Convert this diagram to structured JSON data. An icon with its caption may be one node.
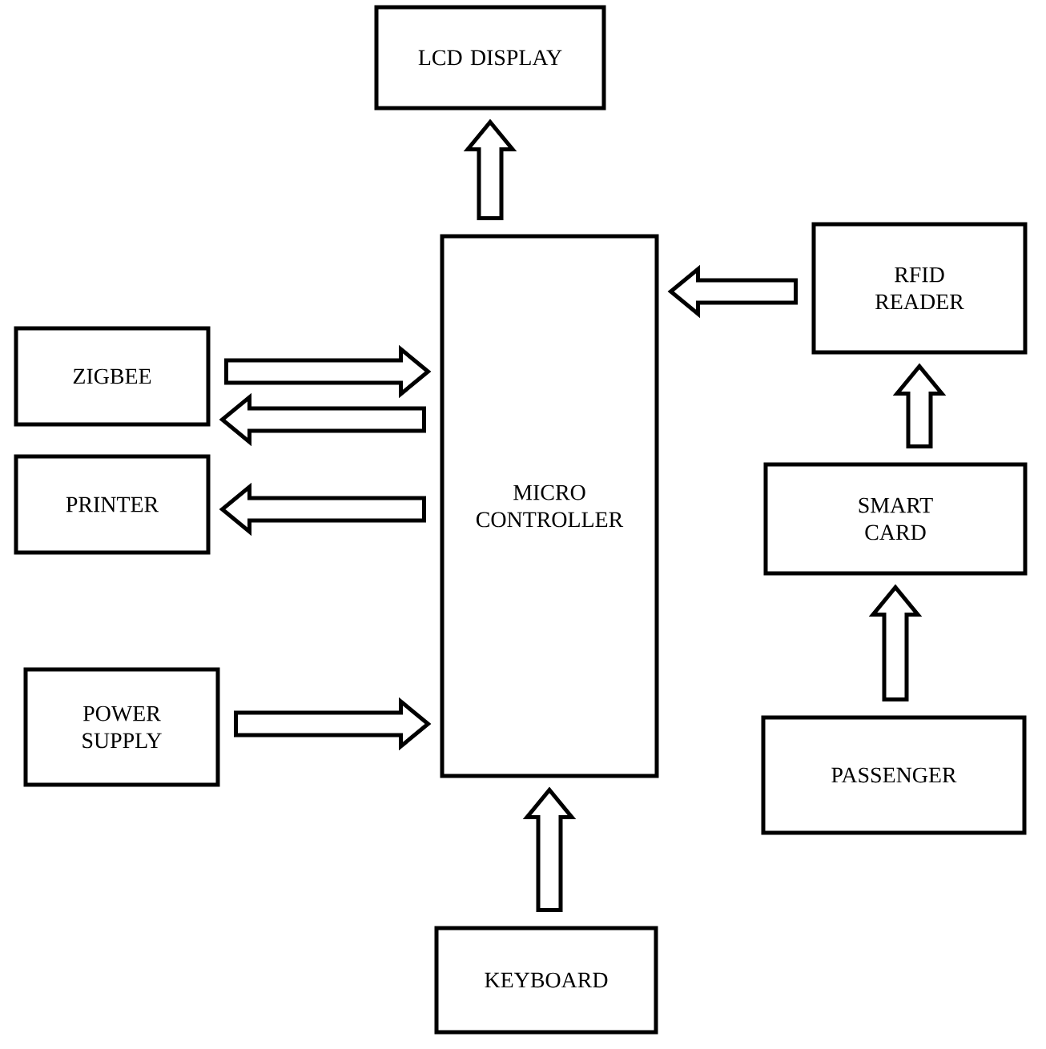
{
  "diagram": {
    "nodes": [
      {
        "text": [
          "LCD DISPLAY"
        ]
      },
      {
        "text": [
          "ZIGBEE"
        ]
      },
      {
        "text": [
          "RFID READER"
        ]
      },
      {
        "text": [
          "PRINTER"
        ]
      },
      {
        "text": [
          "MICRO CONTROLLER"
        ]
      },
      {
        "text": [
          "SMART CARD"
        ]
      },
      {
        "text": [
          "POWER SUPPLY"
        ]
      },
      {
        "text": [
          "PASSENGER"
        ]
      },
      {
        "text": [
          "KEYBOARD"
        ]
      }
    ],
    "edges": [
      {
        "from": 4,
        "to": 0,
        "arrow": "to"
      },
      {
        "from": 1,
        "to": 4,
        "arrow": "to"
      },
      {
        "from": 4,
        "to": 1,
        "arrow": "to"
      },
      {
        "from": 2,
        "to": 4,
        "arrow": "to"
      },
      {
        "from": 4,
        "to": 3,
        "arrow": "to"
      },
      {
        "from": 6,
        "to": 4,
        "arrow": "to"
      },
      {
        "from": 5,
        "to": 2,
        "arrow": "to"
      },
      {
        "from": 7,
        "to": 5,
        "arrow": "to"
      },
      {
        "from": 8,
        "to": 4,
        "arrow": "to"
      }
    ]
  }
}
